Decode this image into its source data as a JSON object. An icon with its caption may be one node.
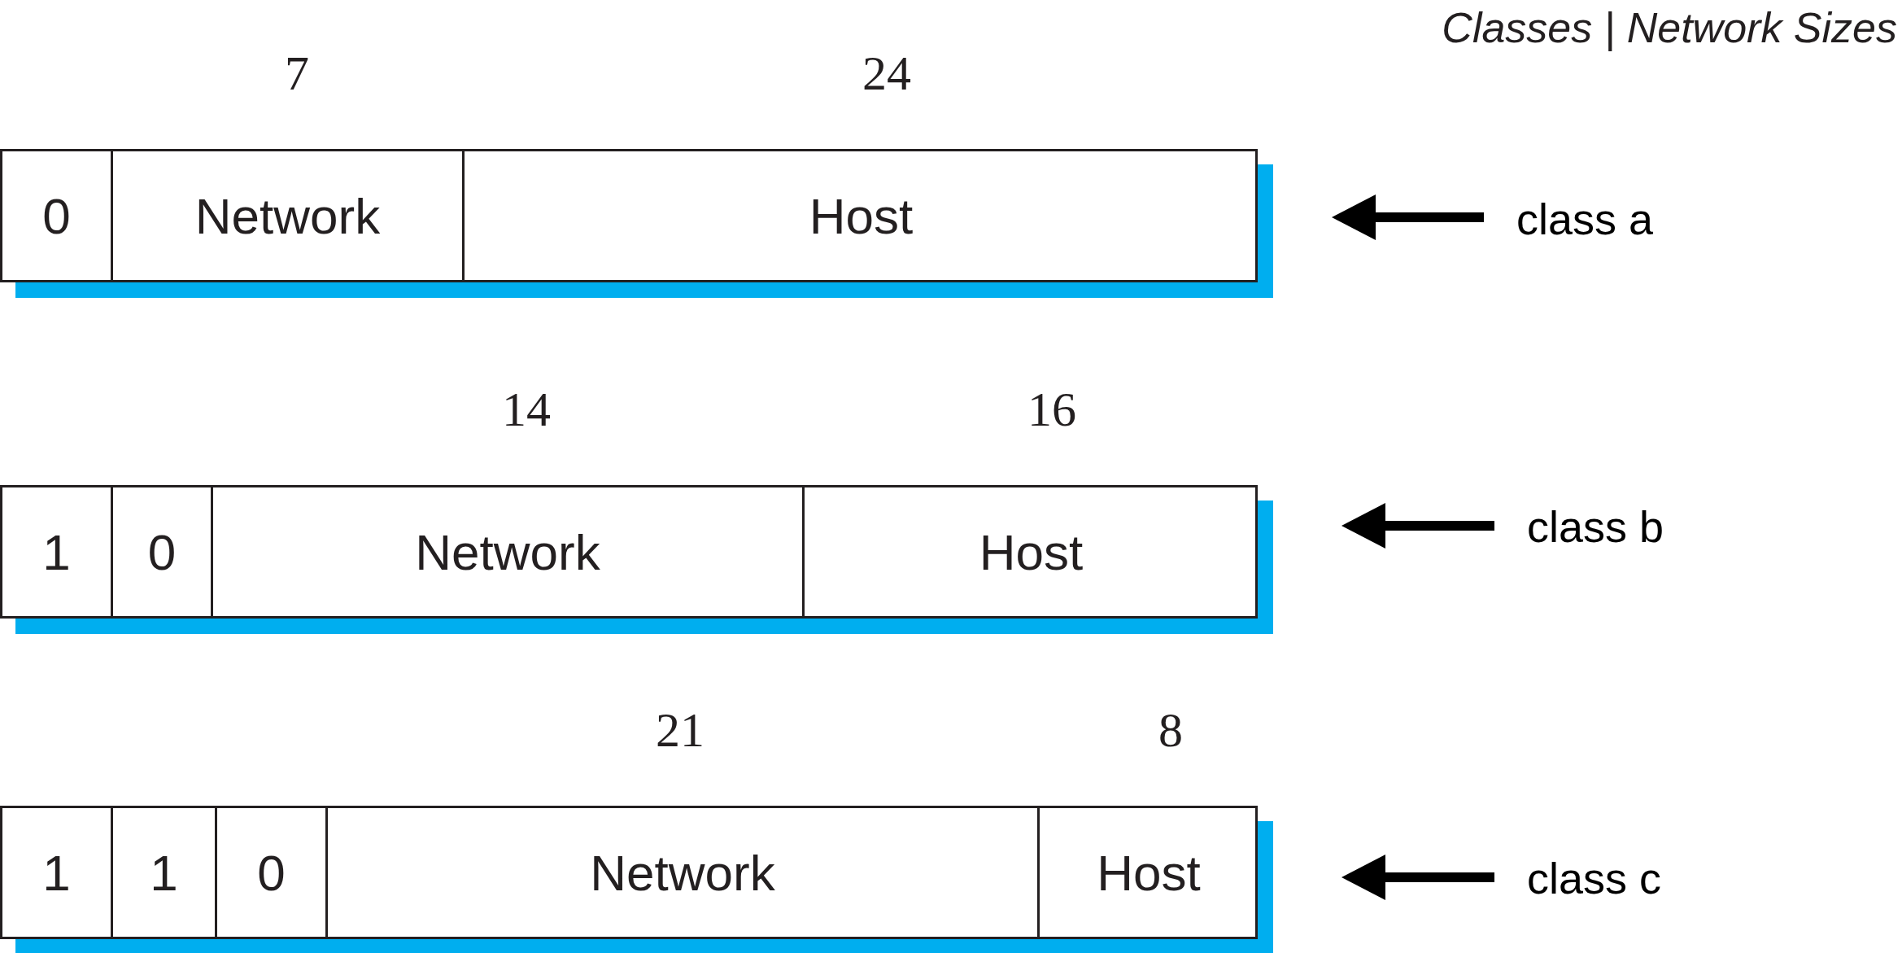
{
  "diagram": {
    "title": "Classes | Network Sizes",
    "nodes": [
      {
        "text": [],
        "shape": "box"
      },
      {
        "text": [
          "0"
        ],
        "in": 0
      },
      {
        "text": [
          "Network"
        ],
        "in": 0,
        "beside": [
          "7"
        ]
      },
      {
        "text": [
          "Host"
        ],
        "in": 0,
        "beside": [
          "24"
        ]
      },
      {
        "text": [
          "class a"
        ]
      },
      {
        "text": [],
        "shape": "box"
      },
      {
        "text": [
          "1"
        ],
        "in": 5
      },
      {
        "text": [
          "0"
        ],
        "in": 5
      },
      {
        "text": [
          "Network"
        ],
        "in": 5,
        "beside": [
          "14"
        ]
      },
      {
        "text": [
          "Host"
        ],
        "in": 5,
        "beside": [
          "16"
        ]
      },
      {
        "text": [
          "class b"
        ]
      },
      {
        "text": [],
        "shape": "box"
      },
      {
        "text": [
          "1"
        ],
        "in": 11
      },
      {
        "text": [
          "1"
        ],
        "in": 11
      },
      {
        "text": [
          "0"
        ],
        "in": 11
      },
      {
        "text": [
          "Network"
        ],
        "in": 11,
        "beside": [
          "21"
        ]
      },
      {
        "text": [
          "Host"
        ],
        "in": 11,
        "beside": [
          "8"
        ]
      },
      {
        "text": [
          "class c"
        ]
      }
    ],
    "edges": [
      {
        "from": 4,
        "to": null,
        "arrow": "to"
      },
      {
        "from": 10,
        "to": null,
        "arrow": "to"
      },
      {
        "from": 17,
        "to": null,
        "arrow": "to"
      }
    ]
  }
}
